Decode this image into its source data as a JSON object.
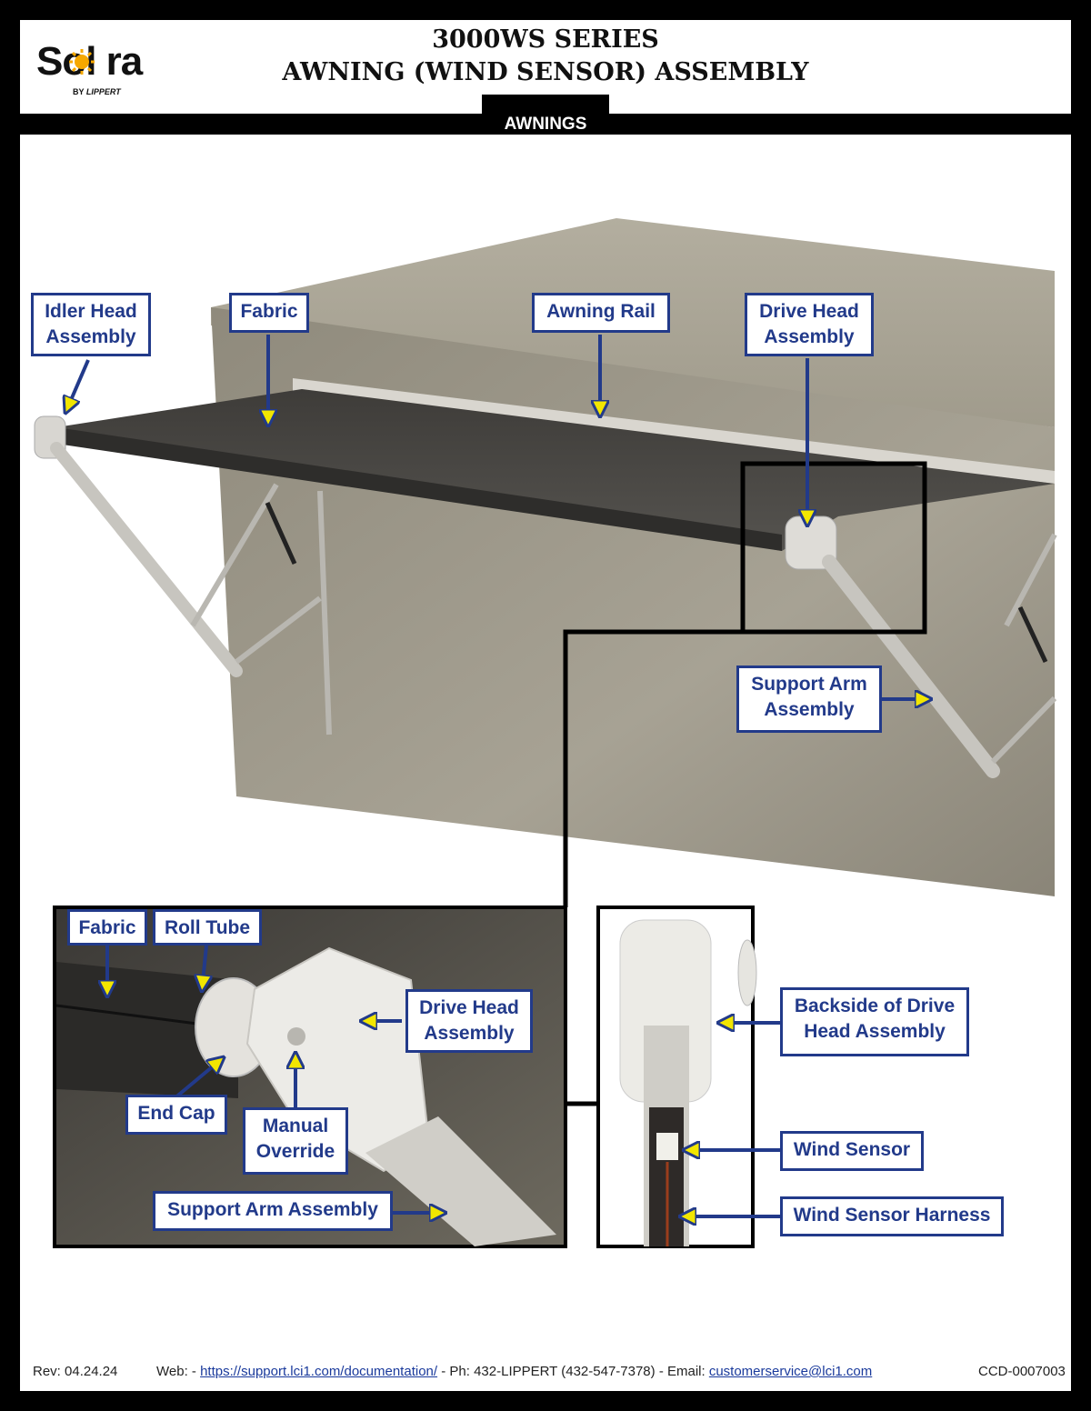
{
  "brand": {
    "logo_text": "Sol ra",
    "logo_by": "BY",
    "logo_lippert": "LIPPERT"
  },
  "header": {
    "title_line1": "3000WS SERIES",
    "title_line2": "AWNING (WIND SENSOR) ASSEMBLY",
    "section_tab": "AWNINGS"
  },
  "labels": {
    "idler_head": "Idler Head Assembly",
    "fabric": "Fabric",
    "awning_rail": "Awning Rail",
    "drive_head": "Drive Head Assembly",
    "support_arm": "Support Arm Assembly",
    "inset_fabric": "Fabric",
    "roll_tube": "Roll Tube",
    "inset_drive_head": "Drive Head Assembly",
    "end_cap": "End Cap",
    "manual_override": "Manual Override",
    "inset_support_arm": "Support Arm Assembly",
    "backside_drive_head": "Backside of Drive Head Assembly",
    "wind_sensor": "Wind Sensor",
    "wind_sensor_harness": "Wind Sensor Harness"
  },
  "footer": {
    "rev": "Rev: 04.24.24",
    "web_prefix": "Web: - ",
    "web_link": "https://support.lci1.com/documentation/",
    "phone": " - Ph: 432-LIPPERT (432-547-7378) - Email: ",
    "email": "customerservice@lci1.com",
    "doc_id": "CCD-0007003"
  },
  "colors": {
    "label_blue": "#223a8a",
    "arrow_yellow": "#f2e600",
    "wall": "#9e998b",
    "fabric": "#4a4844"
  }
}
